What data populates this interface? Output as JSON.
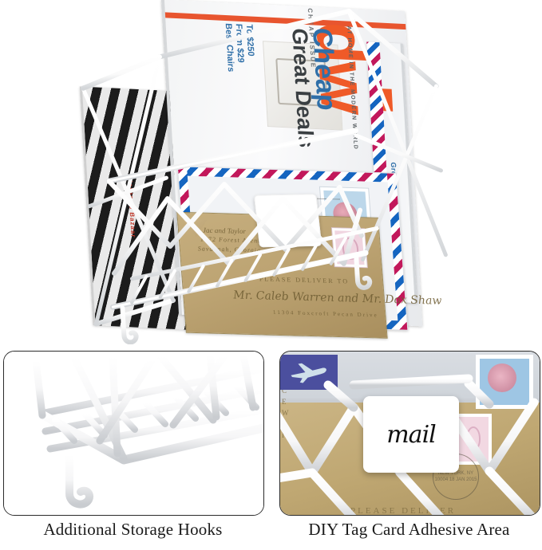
{
  "product": {
    "name": "white-wire-wall-mount-mail-organizer",
    "frame_color": "#ffffff",
    "frame_shadow": "#c9ccd0"
  },
  "hero": {
    "magazine_striped": {
      "spine_text": "Harper's Bazaar",
      "pattern": "black-white-stripes"
    },
    "magazine_dwell": {
      "logo": "dw",
      "issue_line": "CHEAP ISSUE",
      "tagline": "AT HOME IN THE MODERN WORLD",
      "headline_1": "Cheap",
      "headline_2": "Great Deals",
      "sub_1": "Best Chairs",
      "sub_2": "From $29",
      "sub_3": "To $250",
      "band_color": "#e8552f",
      "logo_color": "#ef5a28"
    },
    "magazine_right": {
      "spine_text": "Ground-Up LEED",
      "spine_color": "#2f6fa8"
    },
    "envelope_airmail": {
      "icon": "airplane-icon",
      "stamp": "floral-stamp",
      "border_colors": [
        "#c2185b",
        "#1565c0",
        "#ffffff"
      ]
    },
    "envelope_kraft": {
      "address_line_1": "Jac and Taylor",
      "address_line_2": "1472 Forest Avenue",
      "address_line_3": "Savannah, Georgia",
      "please_deliver": "Please Deliver To",
      "recipient": "Mr. Caleb Warren and Mr. Dax Shaw",
      "street": "11304 Foxcroft Pecan Drive",
      "paper_color": "#bda473"
    },
    "tag_card": {
      "text": "",
      "color": "#ffffff"
    },
    "hooks_count": 2
  },
  "panels": [
    {
      "id": "panel-hooks",
      "caption": "Additional Storage Hooks",
      "content": "close-up of bottom wire shelf with J-hook"
    },
    {
      "id": "panel-tag",
      "caption": "DIY Tag Card Adhesive Area",
      "content": "close-up of tag card on wire front",
      "tag_text": "mail",
      "kraft_text": "PLEASE DELIVER",
      "kraft_side_text": "AC\nEW\nGIA",
      "postmark_text": "NEW YORK, NY 10004\n18 JAN 2015",
      "icon": "airplane-icon"
    }
  ]
}
